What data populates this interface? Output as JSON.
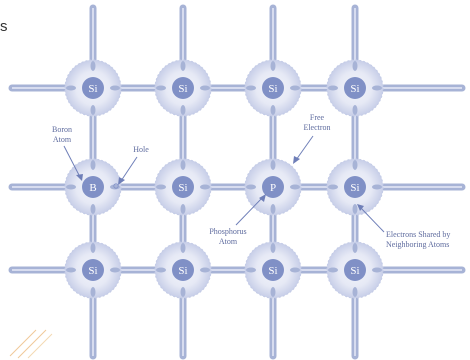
{
  "corner_text": "s",
  "colors": {
    "bond": "#a7b3d6",
    "bond_light": "#d7dcef",
    "halo_inner": "#e9ecf7",
    "halo_outer": "#c3cbe6",
    "atom": "#8090c6",
    "atom_text": "#ffffff",
    "label": "#5e6b9e",
    "arrow": "#6f7fb8",
    "electron": "#f4d9b3"
  },
  "atoms": {
    "row1": [
      "Si",
      "Si",
      "Si",
      "Si"
    ],
    "row2": [
      "B",
      "Si",
      "P",
      "Si"
    ],
    "row3": [
      "Si",
      "Si",
      "Si",
      "Si"
    ]
  },
  "labels": {
    "boron_atom": [
      "Boron",
      "Atom"
    ],
    "hole": "Hole",
    "free_electron": [
      "Free",
      "Electron"
    ],
    "phosphorus_atom": [
      "Phosphorus",
      "Atom"
    ],
    "shared_electrons": [
      "Electrons Shared by",
      "Neighboring Atoms"
    ]
  }
}
